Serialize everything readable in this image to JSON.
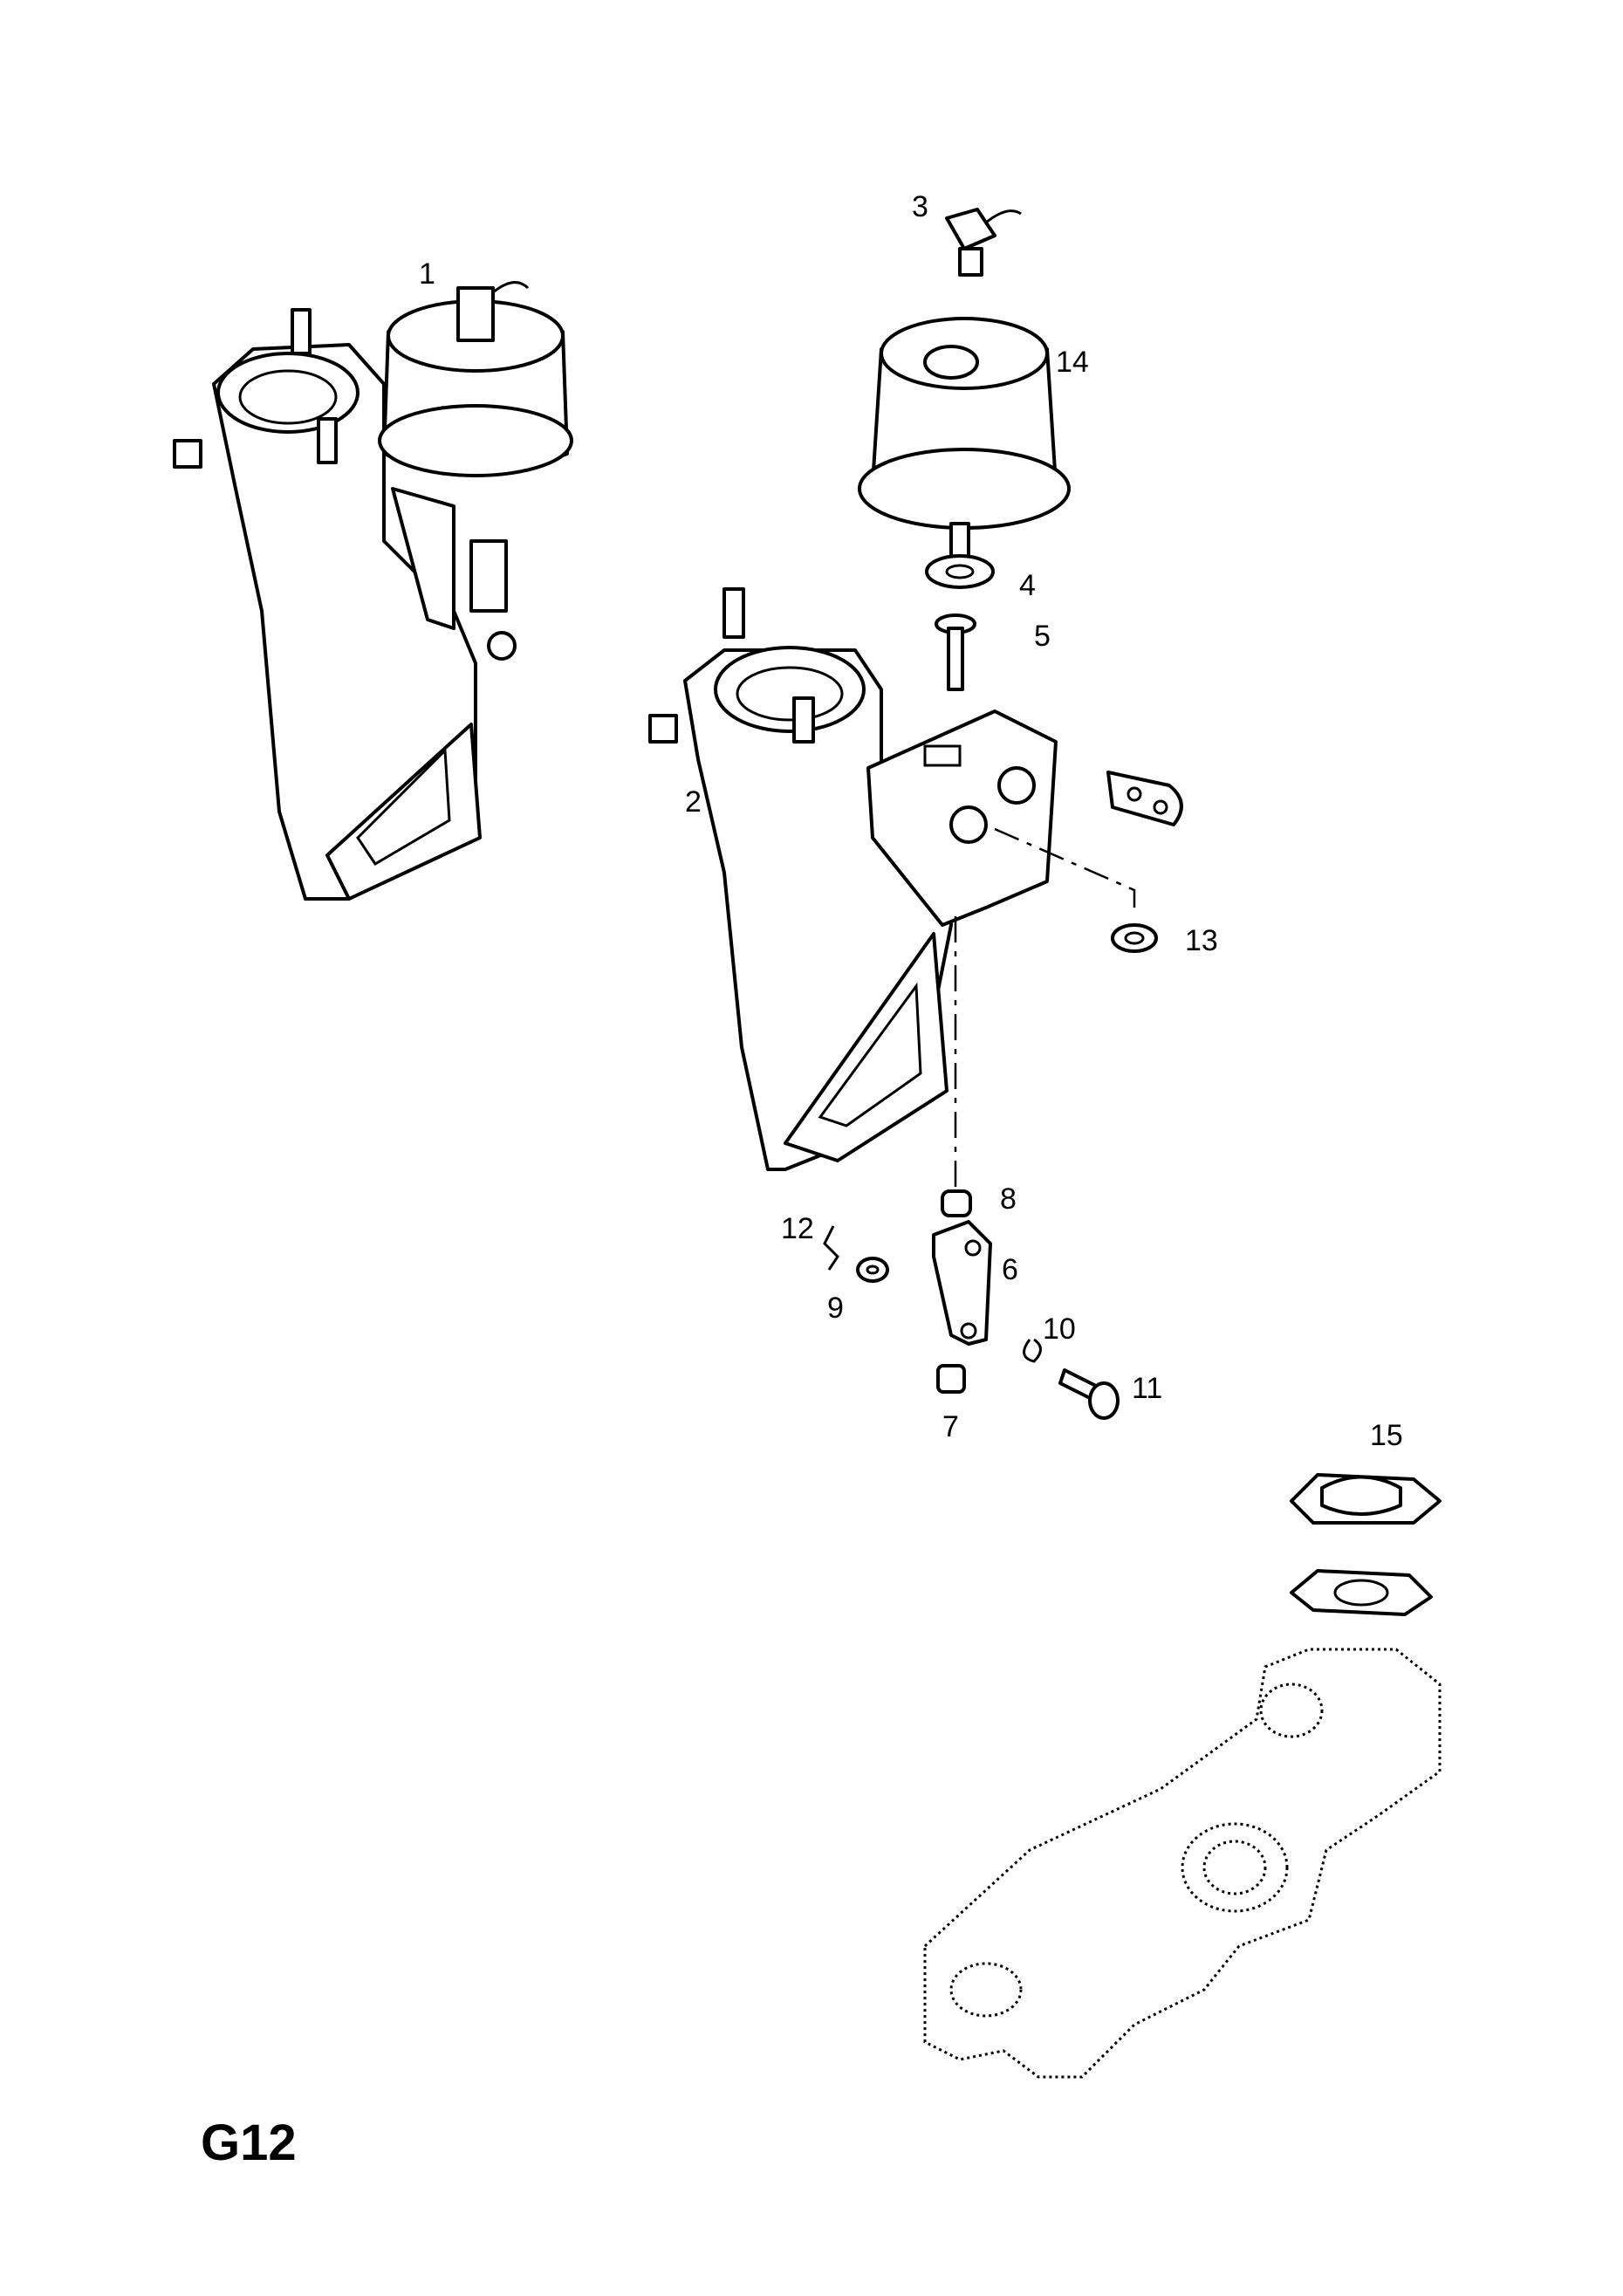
{
  "diagram": {
    "page_code": "G12",
    "callouts": [
      "1",
      "2",
      "3",
      "4",
      "5",
      "6",
      "7",
      "8",
      "9",
      "10",
      "11",
      "12",
      "13",
      "14",
      "15"
    ]
  }
}
